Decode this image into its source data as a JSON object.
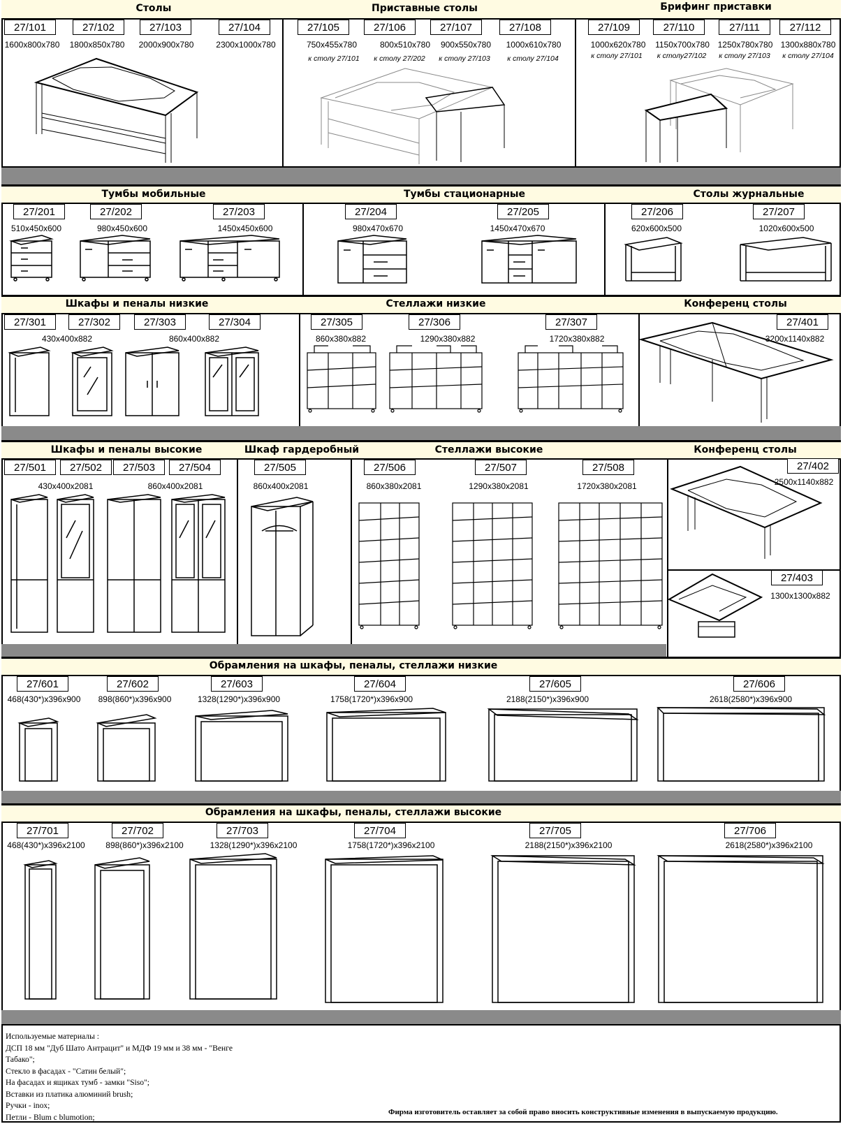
{
  "sections": {
    "tables": "Столы",
    "attached_tables": "Приставные столы",
    "briefing": "Брифинг приставки",
    "mobile_pedestals": "Тумбы мобильные",
    "fixed_pedestals": "Тумбы стационарные",
    "coffee_tables": "Столы журнальные",
    "low_cabinets": "Шкафы и пеналы низкие",
    "low_shelves": "Стеллажи низкие",
    "conference_1": "Конференц столы",
    "high_cabinets": "Шкафы и пеналы высокие",
    "wardrobe": "Шкаф гардеробный",
    "high_shelves": "Стеллажи высокие",
    "conference_2": "Конференц столы",
    "frames_low": "Обрамления на шкафы, пеналы, стеллажи низкие",
    "frames_high": "Обрамления на шкафы, пеналы, стеллажи высокие"
  },
  "items": [
    {
      "code": "27/101",
      "dim": "1600х800х780"
    },
    {
      "code": "27/102",
      "dim": "1800х850х780"
    },
    {
      "code": "27/103",
      "dim": "2000х900х780"
    },
    {
      "code": "27/104",
      "dim": "2300х1000х780"
    },
    {
      "code": "27/105",
      "dim": "750х455х780",
      "note": "к столу 27/101"
    },
    {
      "code": "27/106",
      "dim": "800х510х780",
      "note": "к столу 27/202"
    },
    {
      "code": "27/107",
      "dim": "900х550х780",
      "note": "к столу 27/103"
    },
    {
      "code": "27/108",
      "dim": "1000х610х780",
      "note": "к столу 27/104"
    },
    {
      "code": "27/109",
      "dim": "1000х620х780",
      "note": "к столу 27/101"
    },
    {
      "code": "27/110",
      "dim": "1150х700х780",
      "note": "к столу27/102"
    },
    {
      "code": "27/111",
      "dim": "1250х780х780",
      "note": "к столу 27/103"
    },
    {
      "code": "27/112",
      "dim": "1300х880х780",
      "note": "к столу 27/104"
    },
    {
      "code": "27/201",
      "dim": "510х450х600"
    },
    {
      "code": "27/202",
      "dim": "980х450х600"
    },
    {
      "code": "27/203",
      "dim": "1450х450х600"
    },
    {
      "code": "27/204",
      "dim": "980х470х670"
    },
    {
      "code": "27/205",
      "dim": "1450х470х670"
    },
    {
      "code": "27/206",
      "dim": "620х600х500"
    },
    {
      "code": "27/207",
      "dim": "1020х600х500"
    },
    {
      "code": "27/301"
    },
    {
      "code": "27/302"
    },
    {
      "code": "27/303"
    },
    {
      "code": "27/304"
    },
    {
      "code": "27/305",
      "dim": "860х380х882"
    },
    {
      "code": "27/306",
      "dim": "1290х380х882"
    },
    {
      "code": "27/307",
      "dim": "1720х380х882"
    },
    {
      "code": "27/401",
      "dim": "3200х1140х882"
    },
    {
      "code": "27/501"
    },
    {
      "code": "27/502"
    },
    {
      "code": "27/503"
    },
    {
      "code": "27/504"
    },
    {
      "code": "27/505",
      "dim": "860х400х2081"
    },
    {
      "code": "27/506",
      "dim": "860х380х2081"
    },
    {
      "code": "27/507",
      "dim": "1290х380х2081"
    },
    {
      "code": "27/508",
      "dim": "1720х380х2081"
    },
    {
      "code": "27/402",
      "dim": "2500х1140х882"
    },
    {
      "code": "27/403",
      "dim": "1300х1300х882"
    },
    {
      "code": "27/601",
      "dim": "468(430*)х396х900"
    },
    {
      "code": "27/602",
      "dim": "898(860*)х396х900"
    },
    {
      "code": "27/603",
      "dim": "1328(1290*)х396х900"
    },
    {
      "code": "27/604",
      "dim": "1758(1720*)х396х900"
    },
    {
      "code": "27/605",
      "dim": "2188(2150*)х396х900"
    },
    {
      "code": "27/606",
      "dim": "2618(2580*)х396х900"
    },
    {
      "code": "27/701",
      "dim": "468(430*)х396х2100"
    },
    {
      "code": "27/702",
      "dim": "898(860*)х396х2100"
    },
    {
      "code": "27/703",
      "dim": "1328(1290*)х396х2100"
    },
    {
      "code": "27/704",
      "dim": "1758(1720*)х396х2100"
    },
    {
      "code": "27/705",
      "dim": "2188(2150*)х396х2100"
    },
    {
      "code": "27/706",
      "dim": "2618(2580*)х396х2100"
    }
  ],
  "group_dims": {
    "low_single": "430х400х882",
    "low_double": "860х400х882",
    "high_single": "430х400х2081",
    "high_double": "860х400х2081"
  },
  "footer": {
    "lines": [
      "Используемые материалы :",
      "ДСП 18 мм \"Дуб Шато Антрацит\" и МДФ 19 мм и  38 мм - \"Венге",
      "Табако\";",
      "Стекло в фасадах - \"Сатин белый\";",
      "На фасадах и ящиках тумб -  замки \"Siso\";",
      "Вставки из платика алюминий brush;",
      "Ручки - inox;",
      "Петли - Blum с blumotion;"
    ],
    "disclaimer": "Фирма изготовитель оставляет за собой право вносить конструктивные изменения в выпускаемую продукцию."
  }
}
